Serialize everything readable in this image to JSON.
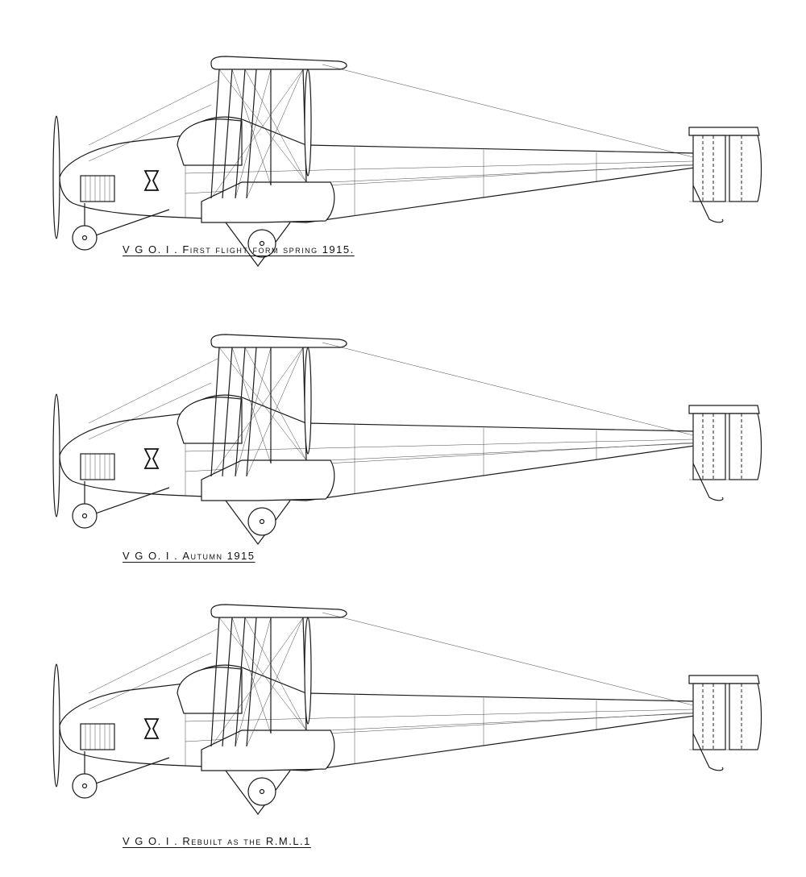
{
  "drawings": [
    {
      "prefix": "V G O. I",
      "sep": " . ",
      "title": "First flight form  spring 1915."
    },
    {
      "prefix": "V G O. I",
      "sep": " . ",
      "title": "Autumn 1915"
    },
    {
      "prefix": "V G O. I",
      "sep": " . ",
      "title": "Rebuilt as the R.M.L.1"
    }
  ],
  "icons": {
    "aircraft": "biplane-side-view-icon",
    "insignia": "iron-cross-insignia-icon"
  },
  "colors": {
    "ink": "#1a1a1a",
    "paper": "#ffffff"
  }
}
